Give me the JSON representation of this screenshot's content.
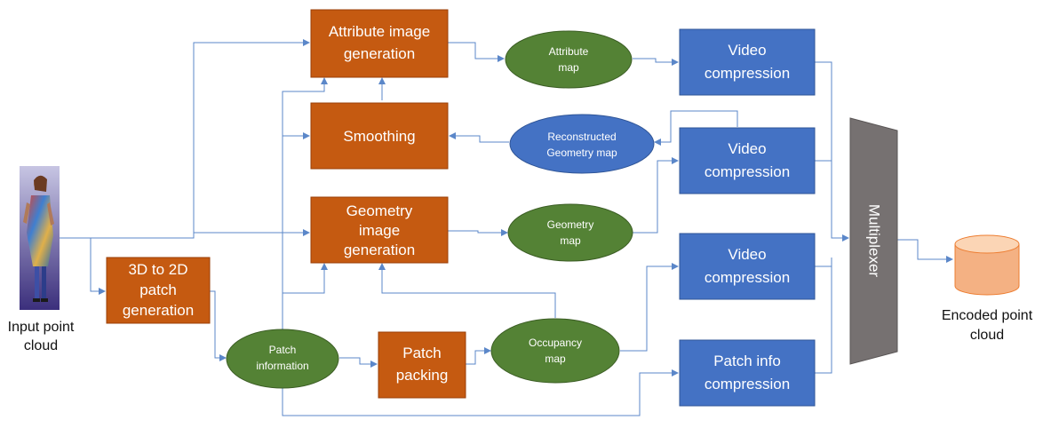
{
  "colors": {
    "process_box": "#c55a11",
    "process_border": "#9a3f07",
    "data_ellipse": "#548235",
    "data_border": "#3c5e25",
    "recon_ellipse": "#4472c4",
    "compression_box": "#4472c4",
    "multiplexer": "#767171",
    "arrow": "#5b87c9",
    "storage": "#f4b183"
  },
  "labels": {
    "input": [
      "Input point",
      "cloud"
    ],
    "output": [
      "Encoded point",
      "cloud"
    ],
    "multiplexer": "Multiplexer",
    "attr_gen": [
      "Attribute image",
      "generation"
    ],
    "smoothing": [
      "Smoothing"
    ],
    "geom_gen": [
      "Geometry",
      "image",
      "generation"
    ],
    "patch_gen": [
      "3D to 2D",
      "patch",
      "generation"
    ],
    "patch_pack": [
      "Patch",
      "packing"
    ],
    "attr_map": [
      "Attribute",
      "map"
    ],
    "recon_map": [
      "Reconstructed",
      "Geometry map"
    ],
    "geom_map": [
      "Geometry",
      "map"
    ],
    "occ_map": [
      "Occupancy",
      "map"
    ],
    "patch_info": [
      "Patch",
      "information"
    ],
    "vc1": [
      "Video",
      "compression"
    ],
    "vc2": [
      "Video",
      "compression"
    ],
    "vc3": [
      "Video",
      "compression"
    ],
    "pic": [
      "Patch info",
      "compression"
    ]
  },
  "icons": {
    "input_image": "person-point-cloud-icon",
    "output_storage": "database-cylinder-icon"
  }
}
